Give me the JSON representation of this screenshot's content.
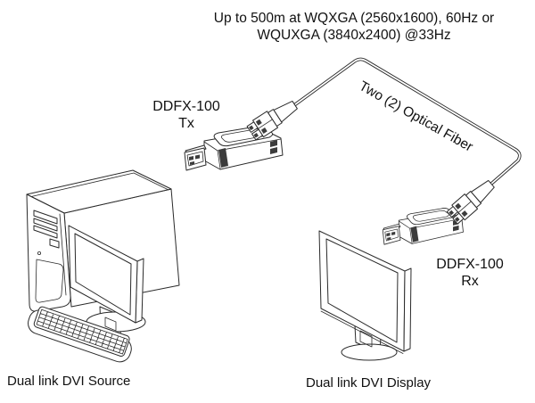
{
  "heading": {
    "line1": "Up to 500m at WQXGA (2560x1600), 60Hz or",
    "line2": "WQUXGA (3840x2400) @33Hz"
  },
  "tx_label": {
    "line1": "DDFX-100",
    "line2": "Tx"
  },
  "rx_label": {
    "line1": "DDFX-100",
    "line2": "Rx"
  },
  "cable_label": "Two (2) Optical Fiber",
  "source_label": "Dual link DVI Source",
  "display_label": "Dual link DVI Display",
  "colors": {
    "line": "#2a2a2a",
    "background": "#ffffff",
    "text": "#111111"
  }
}
